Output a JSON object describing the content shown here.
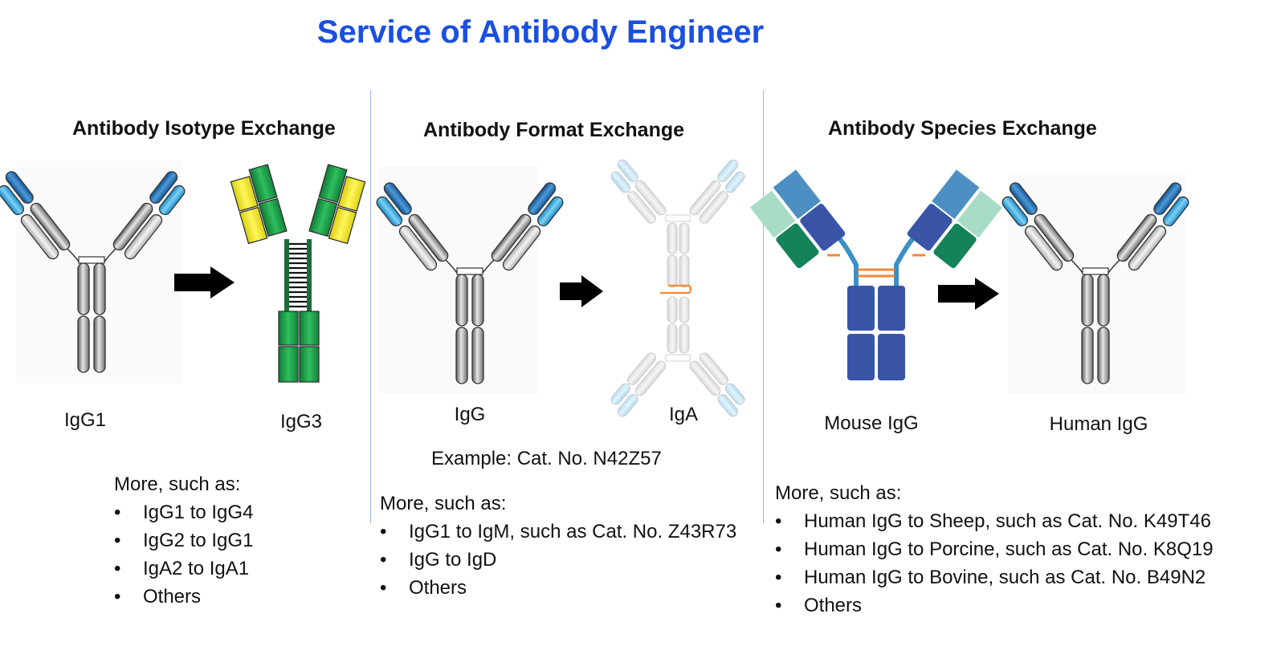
{
  "title": "Service of Antibody Engineer",
  "sections": [
    {
      "title": "Antibody Isotype Exchange",
      "from_label": "IgG1",
      "to_label": "IgG3",
      "more_label": "More, such as:",
      "items": [
        "IgG1 to IgG4",
        "IgG2 to IgG1",
        "IgA2 to IgA1",
        "Others"
      ]
    },
    {
      "title": "Antibody Format Exchange",
      "from_label": "IgG",
      "to_label": "IgA",
      "example": "Example: Cat. No. N42Z57",
      "more_label": "More, such as:",
      "items": [
        "IgG1 to IgM, such as Cat. No. Z43R73",
        "IgG to IgD",
        "Others"
      ]
    },
    {
      "title": "Antibody Species Exchange",
      "from_label": "Mouse IgG",
      "to_label": "Human IgG",
      "more_label": "More, such as:",
      "items": [
        "Human IgG to Sheep, such as Cat. No. K49T46",
        "Human IgG to Porcine, such as Cat. No. K8Q19",
        "Human IgG to Bovine, such as Cat. No. B49N2",
        "Others"
      ]
    }
  ],
  "colors": {
    "title": "#1a4fe0",
    "divider": "#9db4e6",
    "light_blue": "#29a8e0",
    "dark_blue": "#1f6fb8",
    "grey_chain": "#9a9a9a",
    "green_chain": "#179a46",
    "yellow_chain": "#f4ea2a",
    "mouse_heavy": "#3a54a8",
    "mouse_light": "#15835a",
    "arrow": "#000000"
  }
}
